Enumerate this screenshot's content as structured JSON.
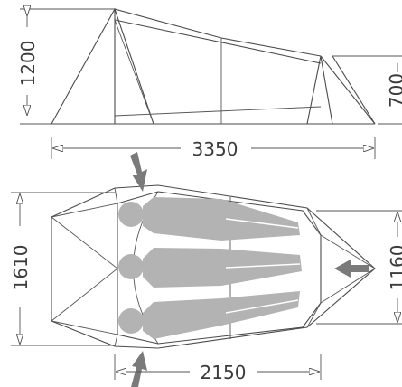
{
  "dimensions": {
    "side_height": "1200",
    "side_rear_height": "700",
    "overall_length": "3350",
    "overall_width": "1610",
    "inner_rear_width": "1160",
    "inner_length": "2150"
  },
  "colors": {
    "line": "#4a4a4a",
    "sleeper": "#b3b3b3",
    "arrow": "#7a7a7a",
    "text": "#3b3b3b"
  },
  "sleeper_count": 3
}
